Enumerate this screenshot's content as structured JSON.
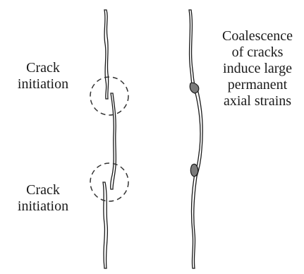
{
  "labels": {
    "crack_initiation_top": [
      "Crack",
      "initiation"
    ],
    "crack_initiation_bottom": [
      "Crack",
      "initiation"
    ],
    "coalescence": [
      "Coalescence",
      "of cracks",
      "induce large",
      "permanent",
      "axial strains"
    ]
  },
  "colors": {
    "stroke": "#1a1a1a",
    "fill": "#ffffff",
    "shade": "#7a7a7a",
    "circle": "#333333"
  }
}
